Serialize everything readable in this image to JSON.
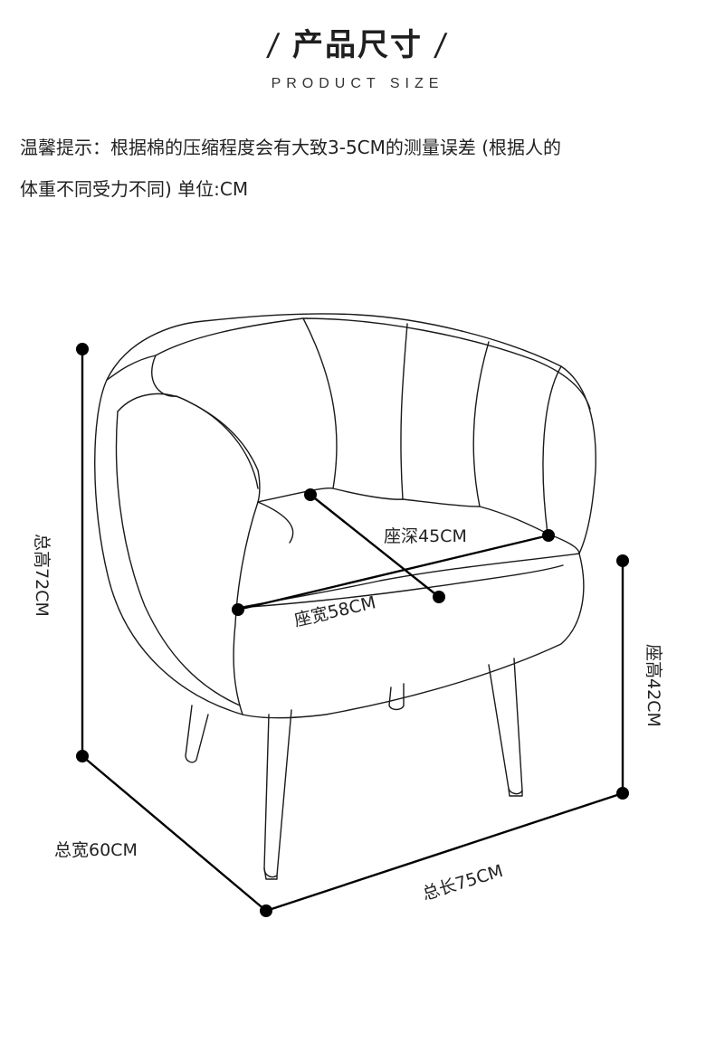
{
  "header": {
    "title": "产品尺寸",
    "slash_left": "/",
    "slash_right": "/",
    "subtitle": "PRODUCT SIZE"
  },
  "notice": {
    "line1": "温馨提示：根据棉的压缩程度会有大致3-5CM的测量误差 (根据人的",
    "line2": "体重不同受力不同)  单位:CM"
  },
  "dimensions": {
    "total_height": "总高72CM",
    "seat_depth": "座深45CM",
    "seat_width": "座宽58CM",
    "seat_height": "座高42CM",
    "total_width": "总宽60CM",
    "total_length": "总长75CM"
  },
  "colors": {
    "line": "#1a1a1a",
    "dot": "#000000",
    "background": "#ffffff"
  }
}
